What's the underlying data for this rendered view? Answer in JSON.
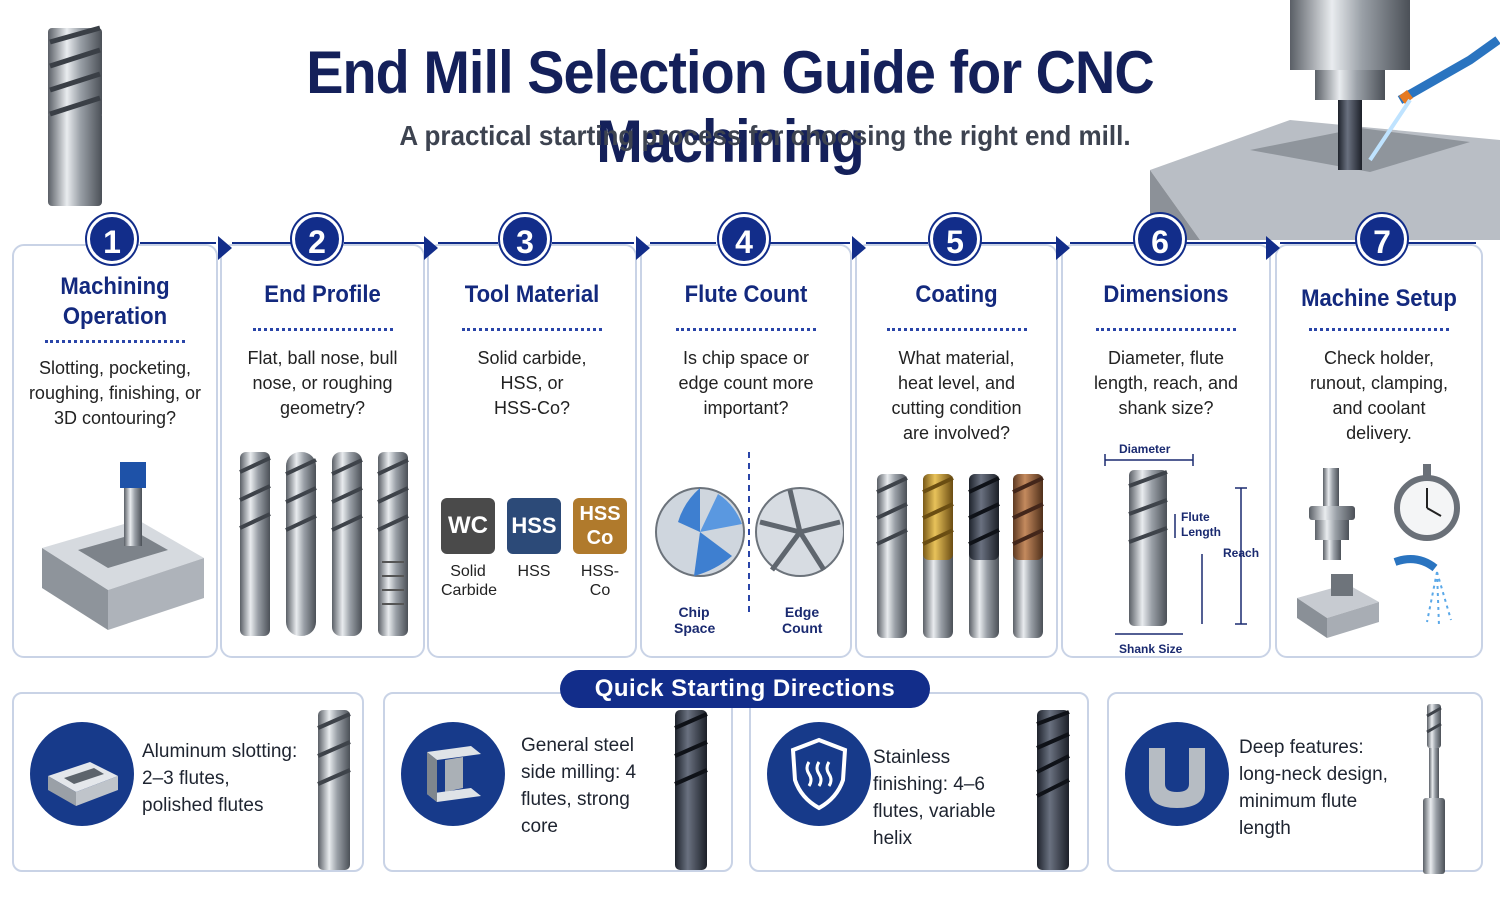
{
  "header": {
    "title": "End Mill Selection Guide for CNC Machining",
    "subtitle": "A practical starting process for choosing the right end mill."
  },
  "steps": [
    {
      "number": "1",
      "title": "Machining Operation",
      "description": "Slotting, pocketing, roughing, finishing, or 3D contouring?"
    },
    {
      "number": "2",
      "title": "End Profile",
      "description": "Flat, ball nose, bull nose, or roughing geometry?"
    },
    {
      "number": "3",
      "title": "Tool Material",
      "description": "Solid carbide, HSS, or HSS-Co?",
      "materials": [
        {
          "badge": "WC",
          "label": "Solid Carbide",
          "color": "#4a4a4a"
        },
        {
          "badge": "HSS",
          "label": "HSS",
          "color": "#2c4a78"
        },
        {
          "badge": "HSS Co",
          "label": "HSS-Co",
          "color": "#b07a2c"
        }
      ]
    },
    {
      "number": "4",
      "title": "Flute Count",
      "description": "Is chip space or edge count more important?",
      "labels": {
        "left": "Chip Space",
        "right": "Edge Count"
      }
    },
    {
      "number": "5",
      "title": "Coating",
      "description": "What material, heat level, and cutting condition are involved?"
    },
    {
      "number": "6",
      "title": "Dimensions",
      "description": "Diameter, flute length, reach, and shank size?",
      "labels": {
        "diameter": "Diameter",
        "flute_length": "Flute Length",
        "reach": "Reach",
        "shank": "Shank Size"
      }
    },
    {
      "number": "7",
      "title": "Machine Setup",
      "description": "Check holder, runout, clamping, and coolant delivery."
    }
  ],
  "quick": {
    "label": "Quick Starting Directions",
    "cards": [
      {
        "text": "Aluminum slotting: 2–3 flutes, polished flutes",
        "icon": "slot-block-icon"
      },
      {
        "text": "General steel side milling: 4 flutes, strong core",
        "icon": "steel-beam-icon"
      },
      {
        "text": "Stainless finishing: 4–6 flutes, variable helix",
        "icon": "heat-shield-icon"
      },
      {
        "text": "Deep features: long-neck design, minimum flute length",
        "icon": "deep-pocket-icon"
      }
    ]
  },
  "colors": {
    "accent": "#122d8a",
    "title": "#14205a",
    "border": "#c9d3e6"
  }
}
